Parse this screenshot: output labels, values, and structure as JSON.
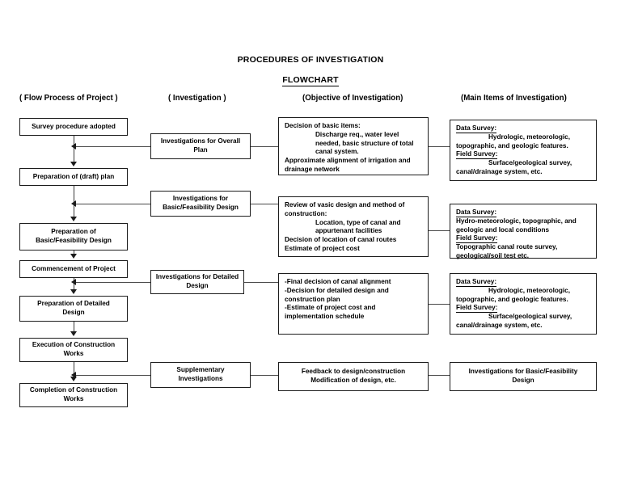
{
  "document": {
    "title": "PROCEDURES OF INVESTIGATION",
    "subtitle": "FLOWCHART"
  },
  "columns": {
    "flow": "( Flow Process of Project )",
    "investigation": "( Investigation )",
    "objective": "(Objective of Investigation)",
    "main_items": "(Main Items of Investigation)"
  },
  "flow_steps": [
    {
      "label": "Survey procedure adopted"
    },
    {
      "label": "Preparation of (draft) plan"
    },
    {
      "label": "Preparation of\nBasic/Feasibility Design"
    },
    {
      "label": "Commencement of Project"
    },
    {
      "label": "Preparation of Detailed\nDesign"
    },
    {
      "label": "Execution of Construction\nWorks"
    },
    {
      "label": "Completion of Construction\nWorks"
    }
  ],
  "investigations": [
    {
      "label": "Investigations for Overall\nPlan"
    },
    {
      "label": "Investigations for\nBasic/Feasibility Design"
    },
    {
      "label": "Investigations for Detailed\nDesign"
    },
    {
      "label": "Supplementary\nInvestigations"
    }
  ],
  "objectives": [
    {
      "lines": [
        {
          "text": "Decision of basic items:",
          "indent": 0
        },
        {
          "text": "Discharge req., water level",
          "indent": 1
        },
        {
          "text": "needed, basic structure of total",
          "indent": 1
        },
        {
          "text": "canal system.",
          "indent": 1
        },
        {
          "text": "Approximate alignment of irrigation and",
          "indent": 0
        },
        {
          "text": "drainage network",
          "indent": 0
        }
      ]
    },
    {
      "lines": [
        {
          "text": "Review of vasic design and method of",
          "indent": 0
        },
        {
          "text": "construction:",
          "indent": 0
        },
        {
          "text": "Location, type of canal and",
          "indent": 1
        },
        {
          "text": "appurtenant facilities",
          "indent": 1
        },
        {
          "text": "Decision of location of canal routes",
          "indent": 0
        },
        {
          "text": "Estimate of project cost",
          "indent": 0
        }
      ]
    },
    {
      "lines": [
        {
          "text": "-Final decision of canal alignment",
          "indent": 0
        },
        {
          "text": "-Decision for detailed design and",
          "indent": 0
        },
        {
          "text": "construction plan",
          "indent": 0
        },
        {
          "text": "-Estimate of project cost and",
          "indent": 0
        },
        {
          "text": "implementation schedule",
          "indent": 0
        }
      ]
    },
    {
      "centered": true,
      "lines": [
        {
          "text": "Feedback to design/construction",
          "indent": 0
        },
        {
          "text": "Modification of design, etc.",
          "indent": 0
        }
      ]
    }
  ],
  "main_items": [
    {
      "lines": [
        {
          "text": "Data Survey:",
          "indent": 0,
          "underline": true
        },
        {
          "text": "Hydrologic, meteorologic,",
          "indent": 1
        },
        {
          "text": "topographic, and geologic features.",
          "indent": 0
        },
        {
          "text": "Field Survey:",
          "indent": 0,
          "underline": true
        },
        {
          "text": "Surface/geological survey,",
          "indent": 1
        },
        {
          "text": "canal/drainage system, etc.",
          "indent": 0
        }
      ]
    },
    {
      "lines": [
        {
          "text": "Data Survey:",
          "indent": 0,
          "underline": true
        },
        {
          "text": "Hydro-meteorologic, topographic, and",
          "indent": 0
        },
        {
          "text": "geologic and local conditions",
          "indent": 0
        },
        {
          "text": "Field Survey:",
          "indent": 0,
          "underline": true
        },
        {
          "text": "Topographic canal route survey,",
          "indent": 0
        },
        {
          "text": "geological/soil test etc.",
          "indent": 0
        }
      ]
    },
    {
      "lines": [
        {
          "text": "Data Survey:",
          "indent": 0,
          "underline": true
        },
        {
          "text": "Hydrologic, meteorologic,",
          "indent": 1
        },
        {
          "text": "topographic, and geologic features.",
          "indent": 0
        },
        {
          "text": "Field Survey:",
          "indent": 0,
          "underline": true
        },
        {
          "text": "Surface/geological survey,",
          "indent": 1
        },
        {
          "text": "canal/drainage system, etc.",
          "indent": 0
        }
      ]
    },
    {
      "centered": true,
      "lines": [
        {
          "text": "Investigations for Basic/Feasibility",
          "indent": 0
        },
        {
          "text": "Design",
          "indent": 0
        }
      ]
    }
  ],
  "colors": {
    "border": "#1c1c1c",
    "connector": "#3b3b3b",
    "background": "#ffffff"
  }
}
